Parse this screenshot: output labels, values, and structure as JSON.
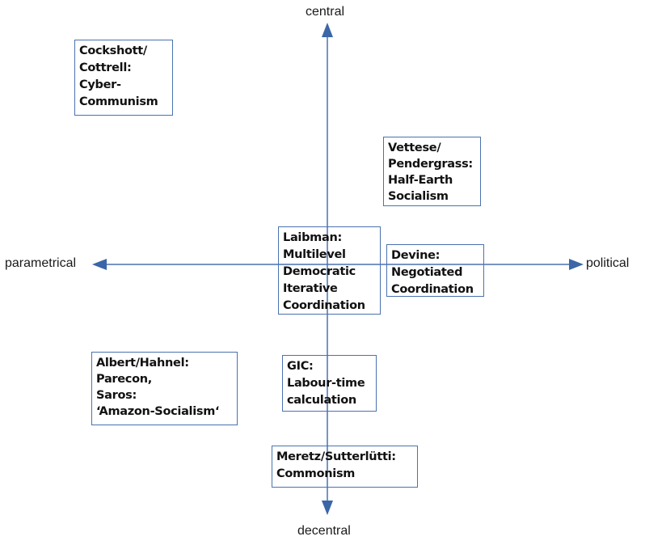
{
  "axes": {
    "top": "central",
    "bottom": "decentral",
    "left": "parametrical",
    "right": "political",
    "color": "#4a72b0"
  },
  "boxes": [
    {
      "id": "cockshott",
      "lines": [
        "Cockshott/",
        "Cottrell:",
        "Cyber-",
        "Communism"
      ],
      "quadrant": "top-left"
    },
    {
      "id": "vettese",
      "lines": [
        "Vettese/",
        "Pendergrass:",
        "Half-Earth",
        "Socialism"
      ],
      "quadrant": "top-right"
    },
    {
      "id": "laibman",
      "lines": [
        "Laibman:",
        "Multilevel",
        "Democratic",
        "Iterative",
        "Coordination"
      ],
      "quadrant": "center"
    },
    {
      "id": "devine",
      "lines": [
        "Devine:",
        "Negotiated",
        "Coordination"
      ],
      "quadrant": "center-right"
    },
    {
      "id": "albert",
      "lines": [
        "Albert/Hahnel:",
        "Parecon,",
        "Saros:",
        "‘Amazon-Socialism‘"
      ],
      "quadrant": "bottom-left"
    },
    {
      "id": "gic",
      "lines": [
        "GIC:",
        "Labour-time",
        "calculation"
      ],
      "quadrant": "bottom-center"
    },
    {
      "id": "meretz",
      "lines": [
        "Meretz/Sutterlütti:",
        "Commonism"
      ],
      "quadrant": "bottom"
    }
  ]
}
